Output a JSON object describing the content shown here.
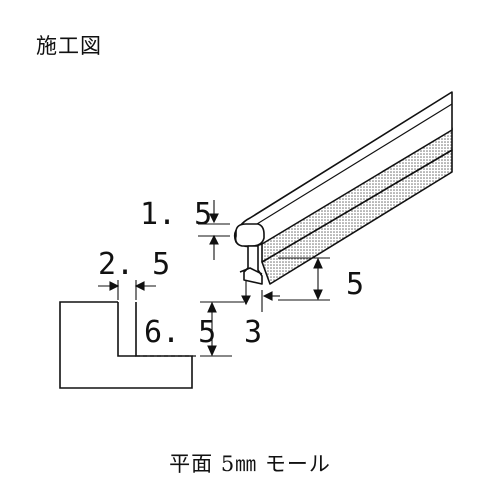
{
  "title": "施工図",
  "dimensions": {
    "top_thickness": "1. 5",
    "slot_width": "2. 5",
    "slot_depth": "6. 5",
    "leg_width": "3",
    "height": "5"
  },
  "caption": "平面  5㎜  モール",
  "colors": {
    "line": "#111111",
    "fill": "#ffffff",
    "hatch": "#7a7a7a"
  }
}
